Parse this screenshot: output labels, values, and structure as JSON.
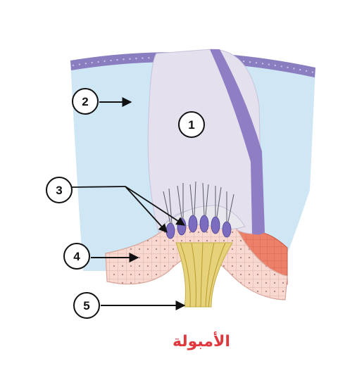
{
  "diagram": {
    "labels": [
      {
        "number": "1"
      },
      {
        "number": "2"
      },
      {
        "number": "3"
      },
      {
        "number": "4"
      },
      {
        "number": "5"
      }
    ],
    "caption": "الأمبولة",
    "colors": {
      "fluid": "#cfe6f4",
      "cupula": "#e4e0ee",
      "cupula_band": "#8f7ec4",
      "top_membrane": "#8a7dc0",
      "epithelium": "#f6d6ce",
      "epithelium_edge": "#d9a59a",
      "hair_cell": "#7b6cc0",
      "nerve": "#e6d27a",
      "red_tissue": "#e8735c",
      "label_stroke": "#111111",
      "caption_color": "#e0383e"
    }
  }
}
